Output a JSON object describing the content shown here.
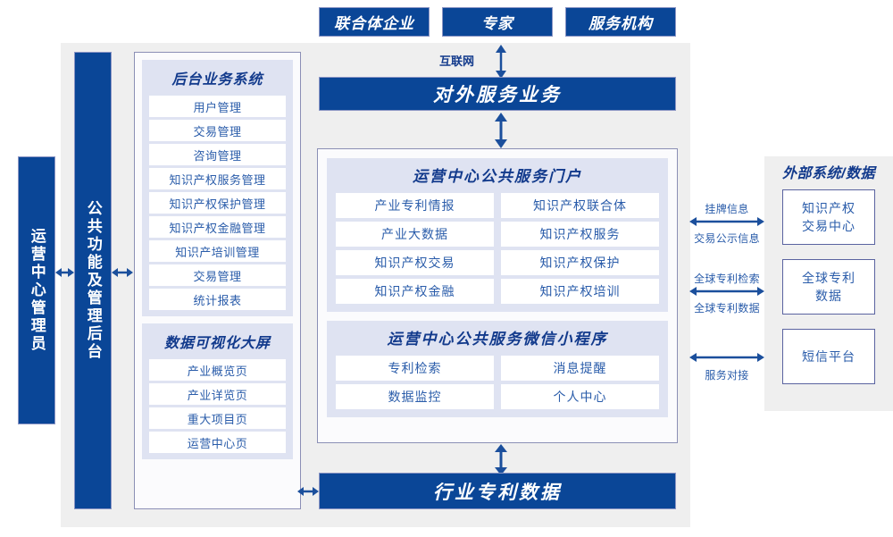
{
  "top_actors": [
    {
      "label": "联合体企业"
    },
    {
      "label": "专家"
    },
    {
      "label": "服务机构"
    }
  ],
  "internet_label": "互联网",
  "left_columns": [
    {
      "label": "运营中心管理员"
    },
    {
      "label": "公共功能及管理后台"
    }
  ],
  "backend_panel": {
    "title": "后台业务系统",
    "items": [
      "用户管理",
      "交易管理",
      "咨询管理",
      "知识产权服务管理",
      "知识产权保护管理",
      "知识产权金融管理",
      "知识产培训管理",
      "交易管理",
      "统计报表"
    ]
  },
  "visual_panel": {
    "title": "数据可视化大屏",
    "items": [
      "产业概览页",
      "产业详览页",
      "重大项目页",
      "运营中心页"
    ]
  },
  "service_banner": "对外服务业务",
  "portal": {
    "title": "运营中心公共服务门户",
    "items": [
      "产业专利情报",
      "知识产权联合体",
      "产业大数据",
      "知识产权服务",
      "知识产权交易",
      "知识产权保护",
      "知识产权金融",
      "知识产权培训"
    ]
  },
  "miniprogram": {
    "title": "运营中心公共服务微信小程序",
    "items": [
      "专利检索",
      "消息提醒",
      "数据监控",
      "个人中心"
    ]
  },
  "bottom_banner": "行业专利数据",
  "external": {
    "title": "外部系统/数据",
    "boxes": [
      {
        "line1": "知识产权",
        "line2": "交易中心"
      },
      {
        "line1": "全球专利",
        "line2": "数据"
      },
      {
        "line1": "短信平台",
        "line2": ""
      }
    ],
    "arrow_labels": [
      {
        "above": "挂牌信息",
        "below": "交易公示信息"
      },
      {
        "above": "全球专利检索",
        "below": "全球专利数据"
      },
      {
        "above": "",
        "below": "服务对接"
      }
    ]
  },
  "colors": {
    "brand_blue": "#0a4697",
    "panel_gray": "#efefef",
    "group_lavender": "#dfe3f2",
    "text_blue": "#2a5caa",
    "border_violet": "#8b8fb5"
  }
}
